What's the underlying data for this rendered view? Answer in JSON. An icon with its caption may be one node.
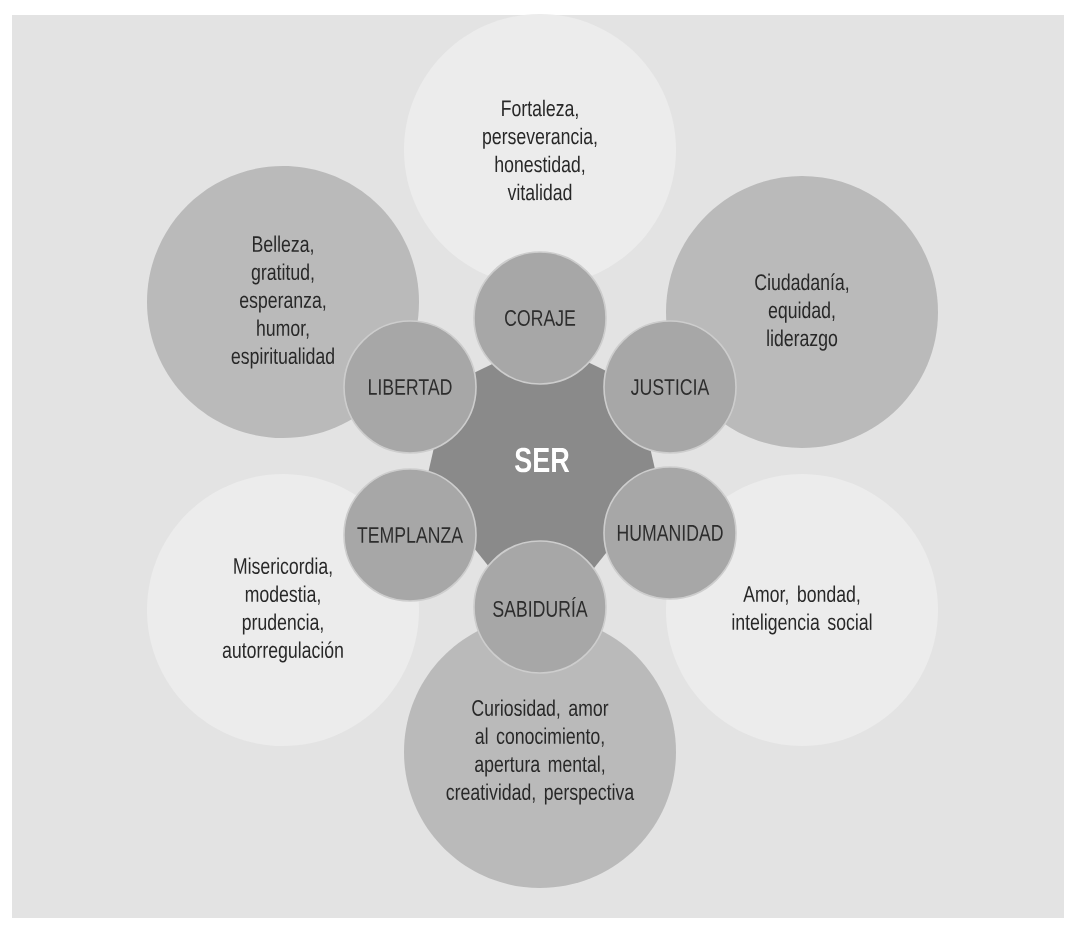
{
  "diagram": {
    "nodes": [
      {
        "text": [
          "SER"
        ]
      },
      {
        "text": [
          "CORAJE"
        ]
      },
      {
        "text": [
          "JUSTICIA"
        ]
      },
      {
        "text": [
          "HUMANIDAD"
        ]
      },
      {
        "text": [
          "SABIDURÍA"
        ]
      },
      {
        "text": [
          "TEMPLANZA"
        ]
      },
      {
        "text": [
          "LIBERTAD"
        ]
      },
      {
        "text": [
          "Fortaleza, perseverancia, honestidad, vitalidad"
        ]
      },
      {
        "text": [
          "Ciudadanía, equidad, liderazgo"
        ]
      },
      {
        "text": [
          "Amor, bondad, inteligencia social"
        ]
      },
      {
        "text": [
          "Curiosidad, amor al conocimiento, apertura mental, creatividad, perspectiva"
        ]
      },
      {
        "text": [
          "Misericordia, modestia, prudencia, autorregulación"
        ]
      },
      {
        "text": [
          "Belleza, gratitud, esperanza, humor, espiritualidad"
        ]
      }
    ]
  }
}
